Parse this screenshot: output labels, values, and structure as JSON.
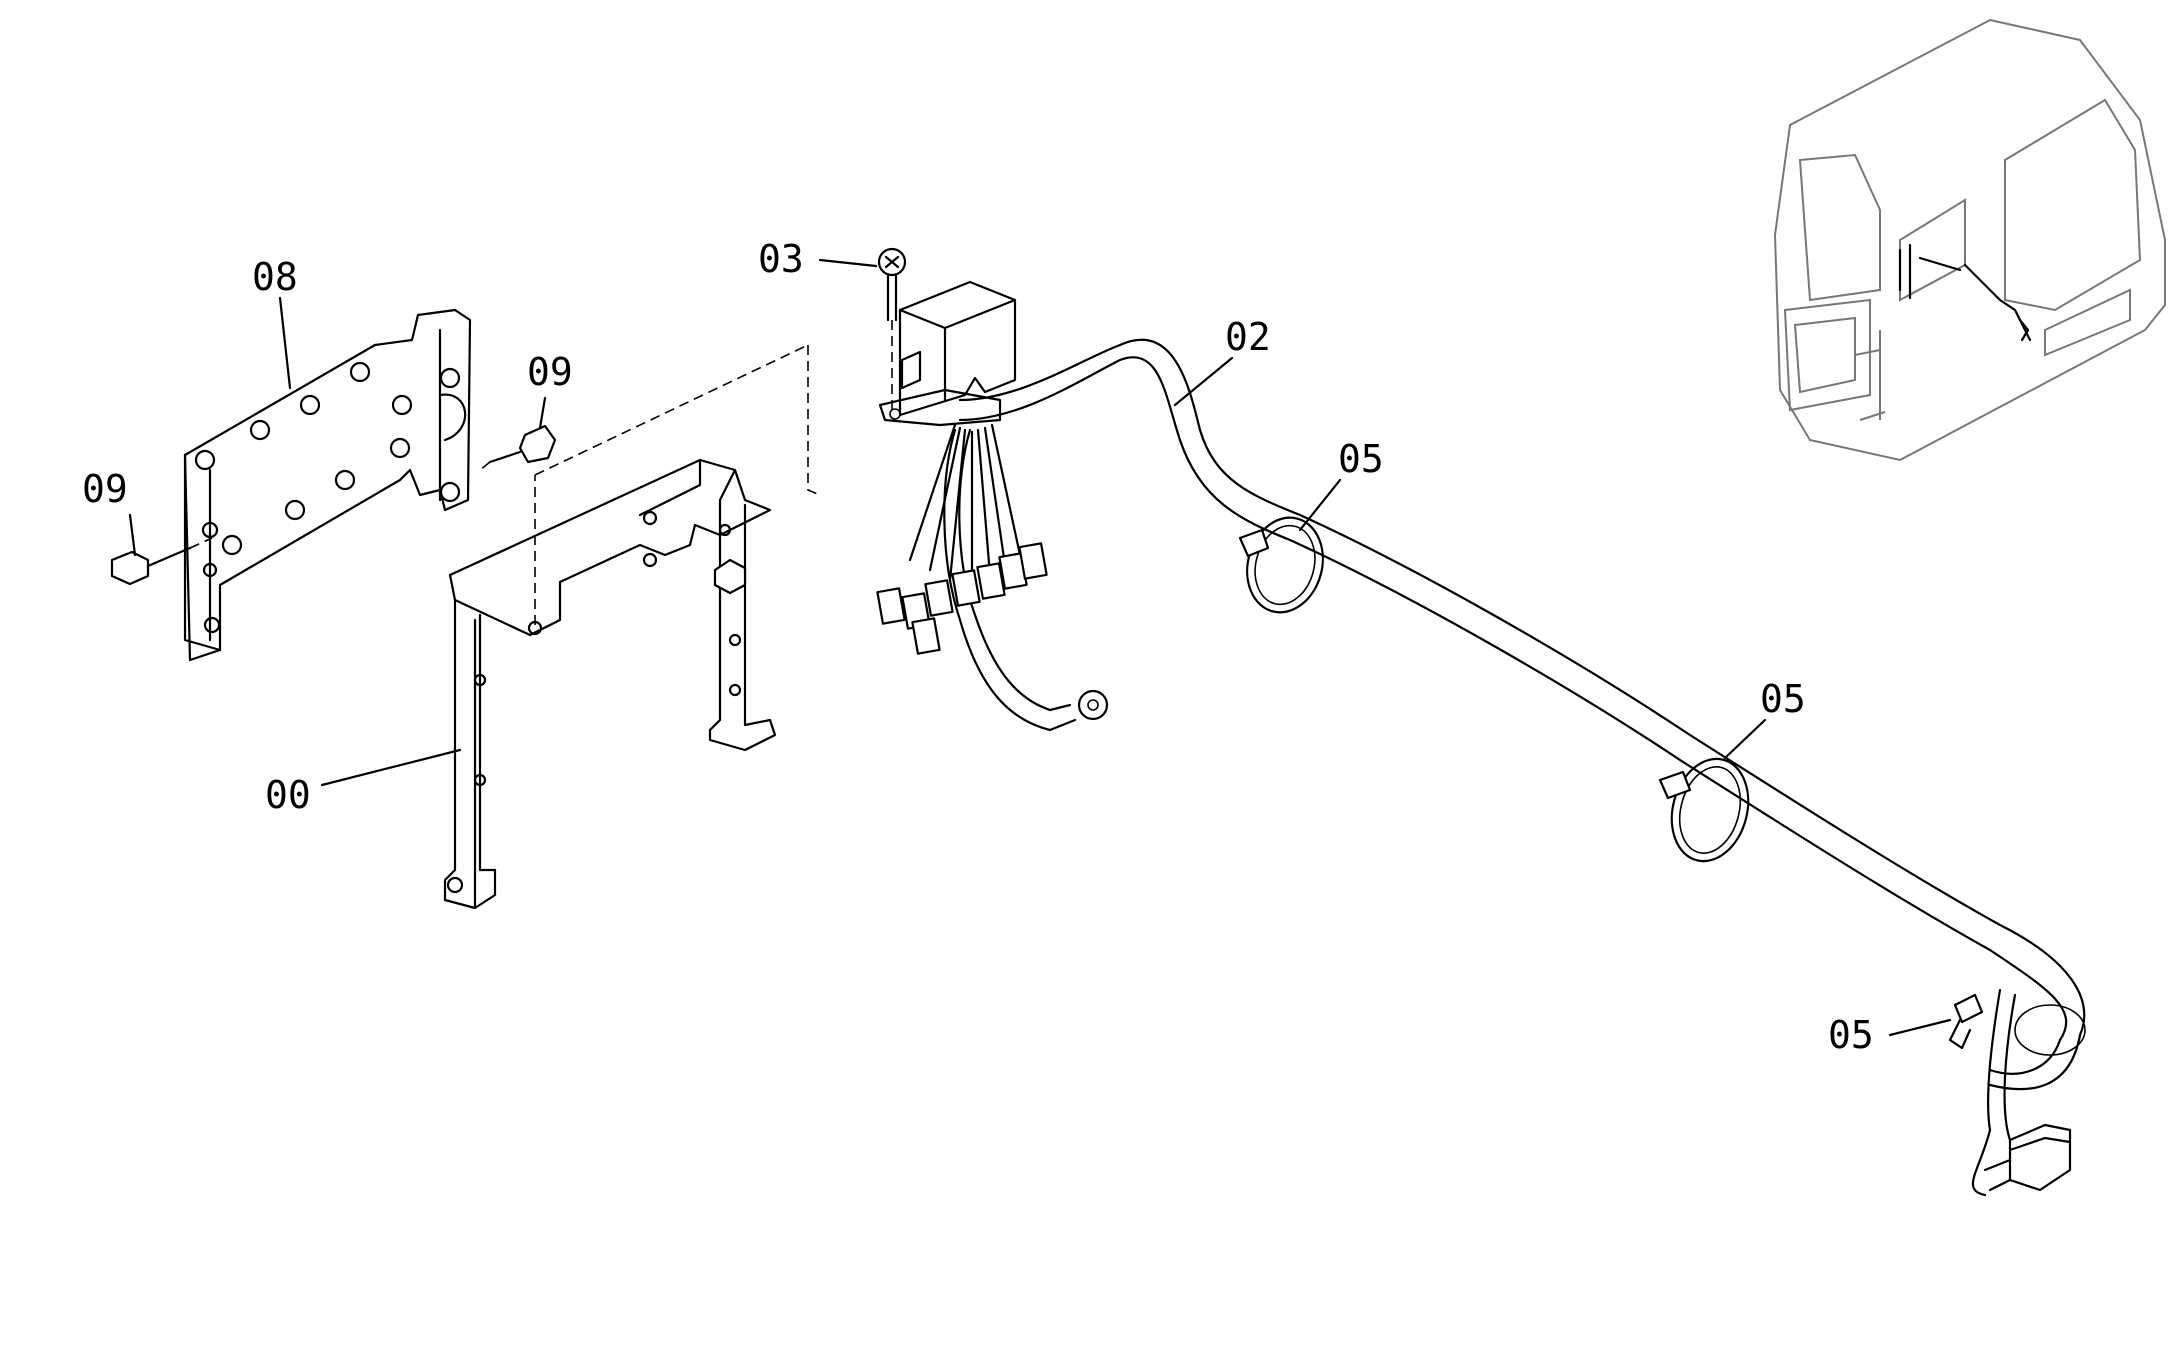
{
  "callouts": {
    "c08": "08",
    "c09a": "09",
    "c09b": "09",
    "c03": "03",
    "c02": "02",
    "c05a": "05",
    "c05b": "05",
    "c05c": "05",
    "c00": "00"
  }
}
